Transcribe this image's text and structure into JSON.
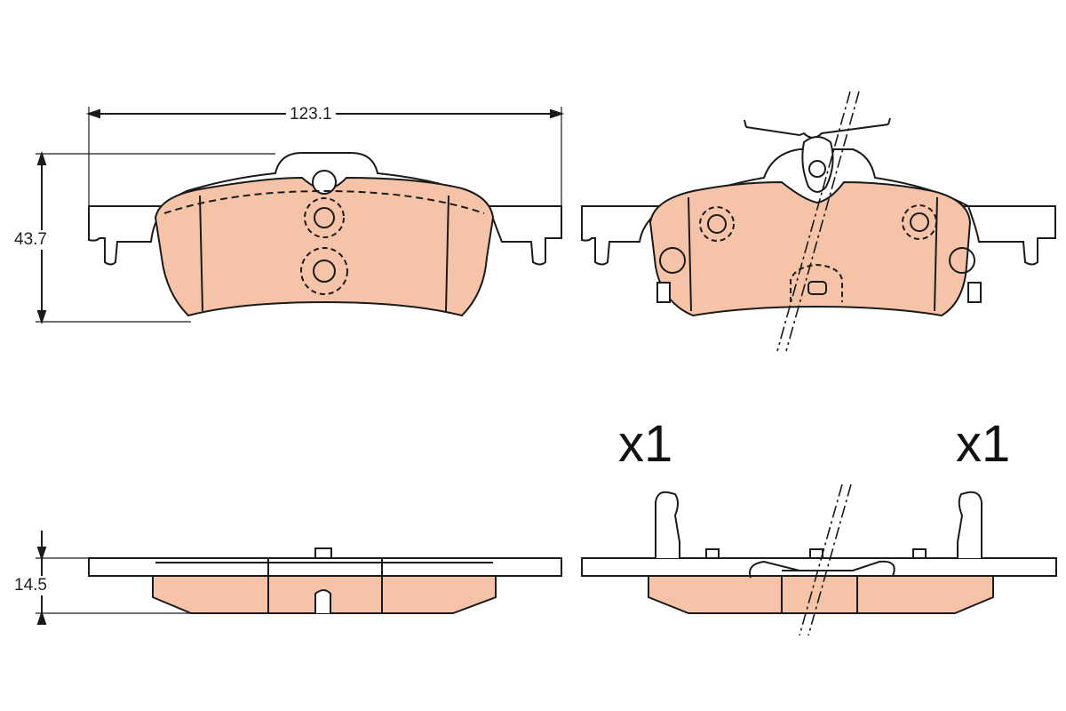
{
  "dimensions": {
    "width": "123.1",
    "height": "43.7",
    "thickness": "14.5"
  },
  "quantities": {
    "left_pad": "x1",
    "right_pad": "x1"
  },
  "colors": {
    "friction_material": "#f5c4a8",
    "outline": "#1a1a1a"
  }
}
